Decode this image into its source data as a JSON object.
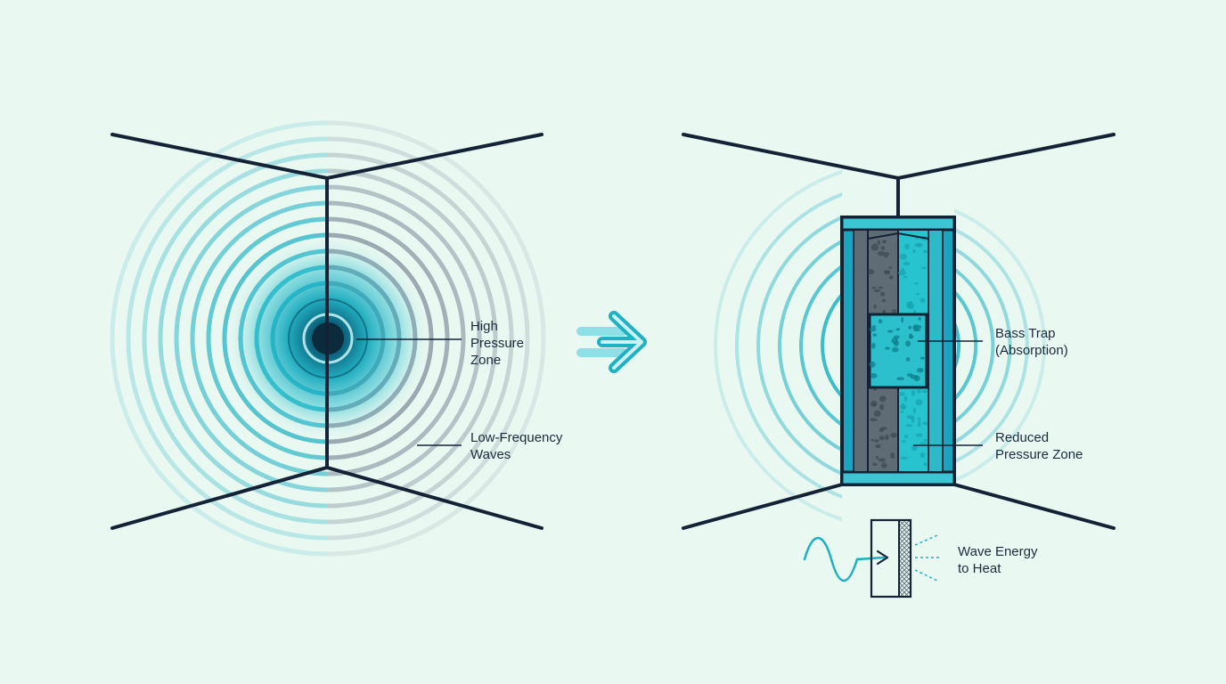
{
  "colors": {
    "background": "#e9f8f1",
    "ink": "#142235",
    "wave_teal": "#1fb1c2",
    "wave_slate": "#7d8c98",
    "core_dark": "#0b2a3c",
    "trap_frame": "#1aa4bd",
    "foam_gray": "#5f6b75",
    "foam_teal": "#27c4cf"
  },
  "icons": {
    "transition": "arrow-right-icon",
    "conversion": "wave-to-heat-icon"
  },
  "labels": {
    "high_pressure": "High\nPressure\nZone",
    "low_frequency": "Low-Frequency\nWaves",
    "bass_trap": "Bass Trap\n(Absorption)",
    "reduced_pressure": "Reduced\nPressure Zone",
    "wave_energy": "Wave Energy\nto Heat"
  }
}
